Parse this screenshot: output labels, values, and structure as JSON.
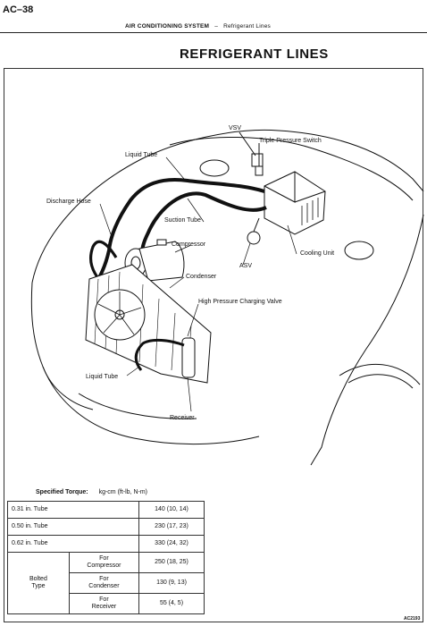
{
  "header": {
    "page_id": "AC–38",
    "section": "AIR CONDITIONING SYSTEM",
    "separator": "–",
    "subsection": "Refrigerant Lines"
  },
  "title": "REFRIGERANT LINES",
  "labels": {
    "vsv": "VSV",
    "triple_pressure_switch": "Triple Pressure Switch",
    "liquid_tube_top": "Liquid Tube",
    "discharge_hose": "Discharge Hose",
    "suction_tube": "Suction Tube",
    "compressor": "Compressor",
    "asv": "ASV",
    "cooling_unit": "Cooling Unit",
    "condenser": "Condenser",
    "charging_valve": "High Pressure Charging Valve",
    "liquid_tube_bottom": "Liquid Tube",
    "receiver": "Receiver"
  },
  "torque": {
    "heading": "Specified Torque:",
    "units": "kg-cm (ft-lb, N-m)",
    "tube_rows": [
      {
        "item": "0.31 in. Tube",
        "value": "140 (10, 14)"
      },
      {
        "item": "0.50 in. Tube",
        "value": "230 (17, 23)"
      },
      {
        "item": "0.62 in. Tube",
        "value": "330 (24, 32)"
      }
    ],
    "bolted_group": {
      "line1": "Bolted",
      "line2": "Type"
    },
    "bolted_rows": [
      {
        "for": "For",
        "part": "Compressor",
        "value": "250 (18, 25)"
      },
      {
        "for": "For",
        "part": "Condenser",
        "value": "130 (9, 13)"
      },
      {
        "for": "For",
        "part": "Receiver",
        "value": "55 (4, 5)"
      }
    ]
  },
  "figure_code": "AC2193"
}
